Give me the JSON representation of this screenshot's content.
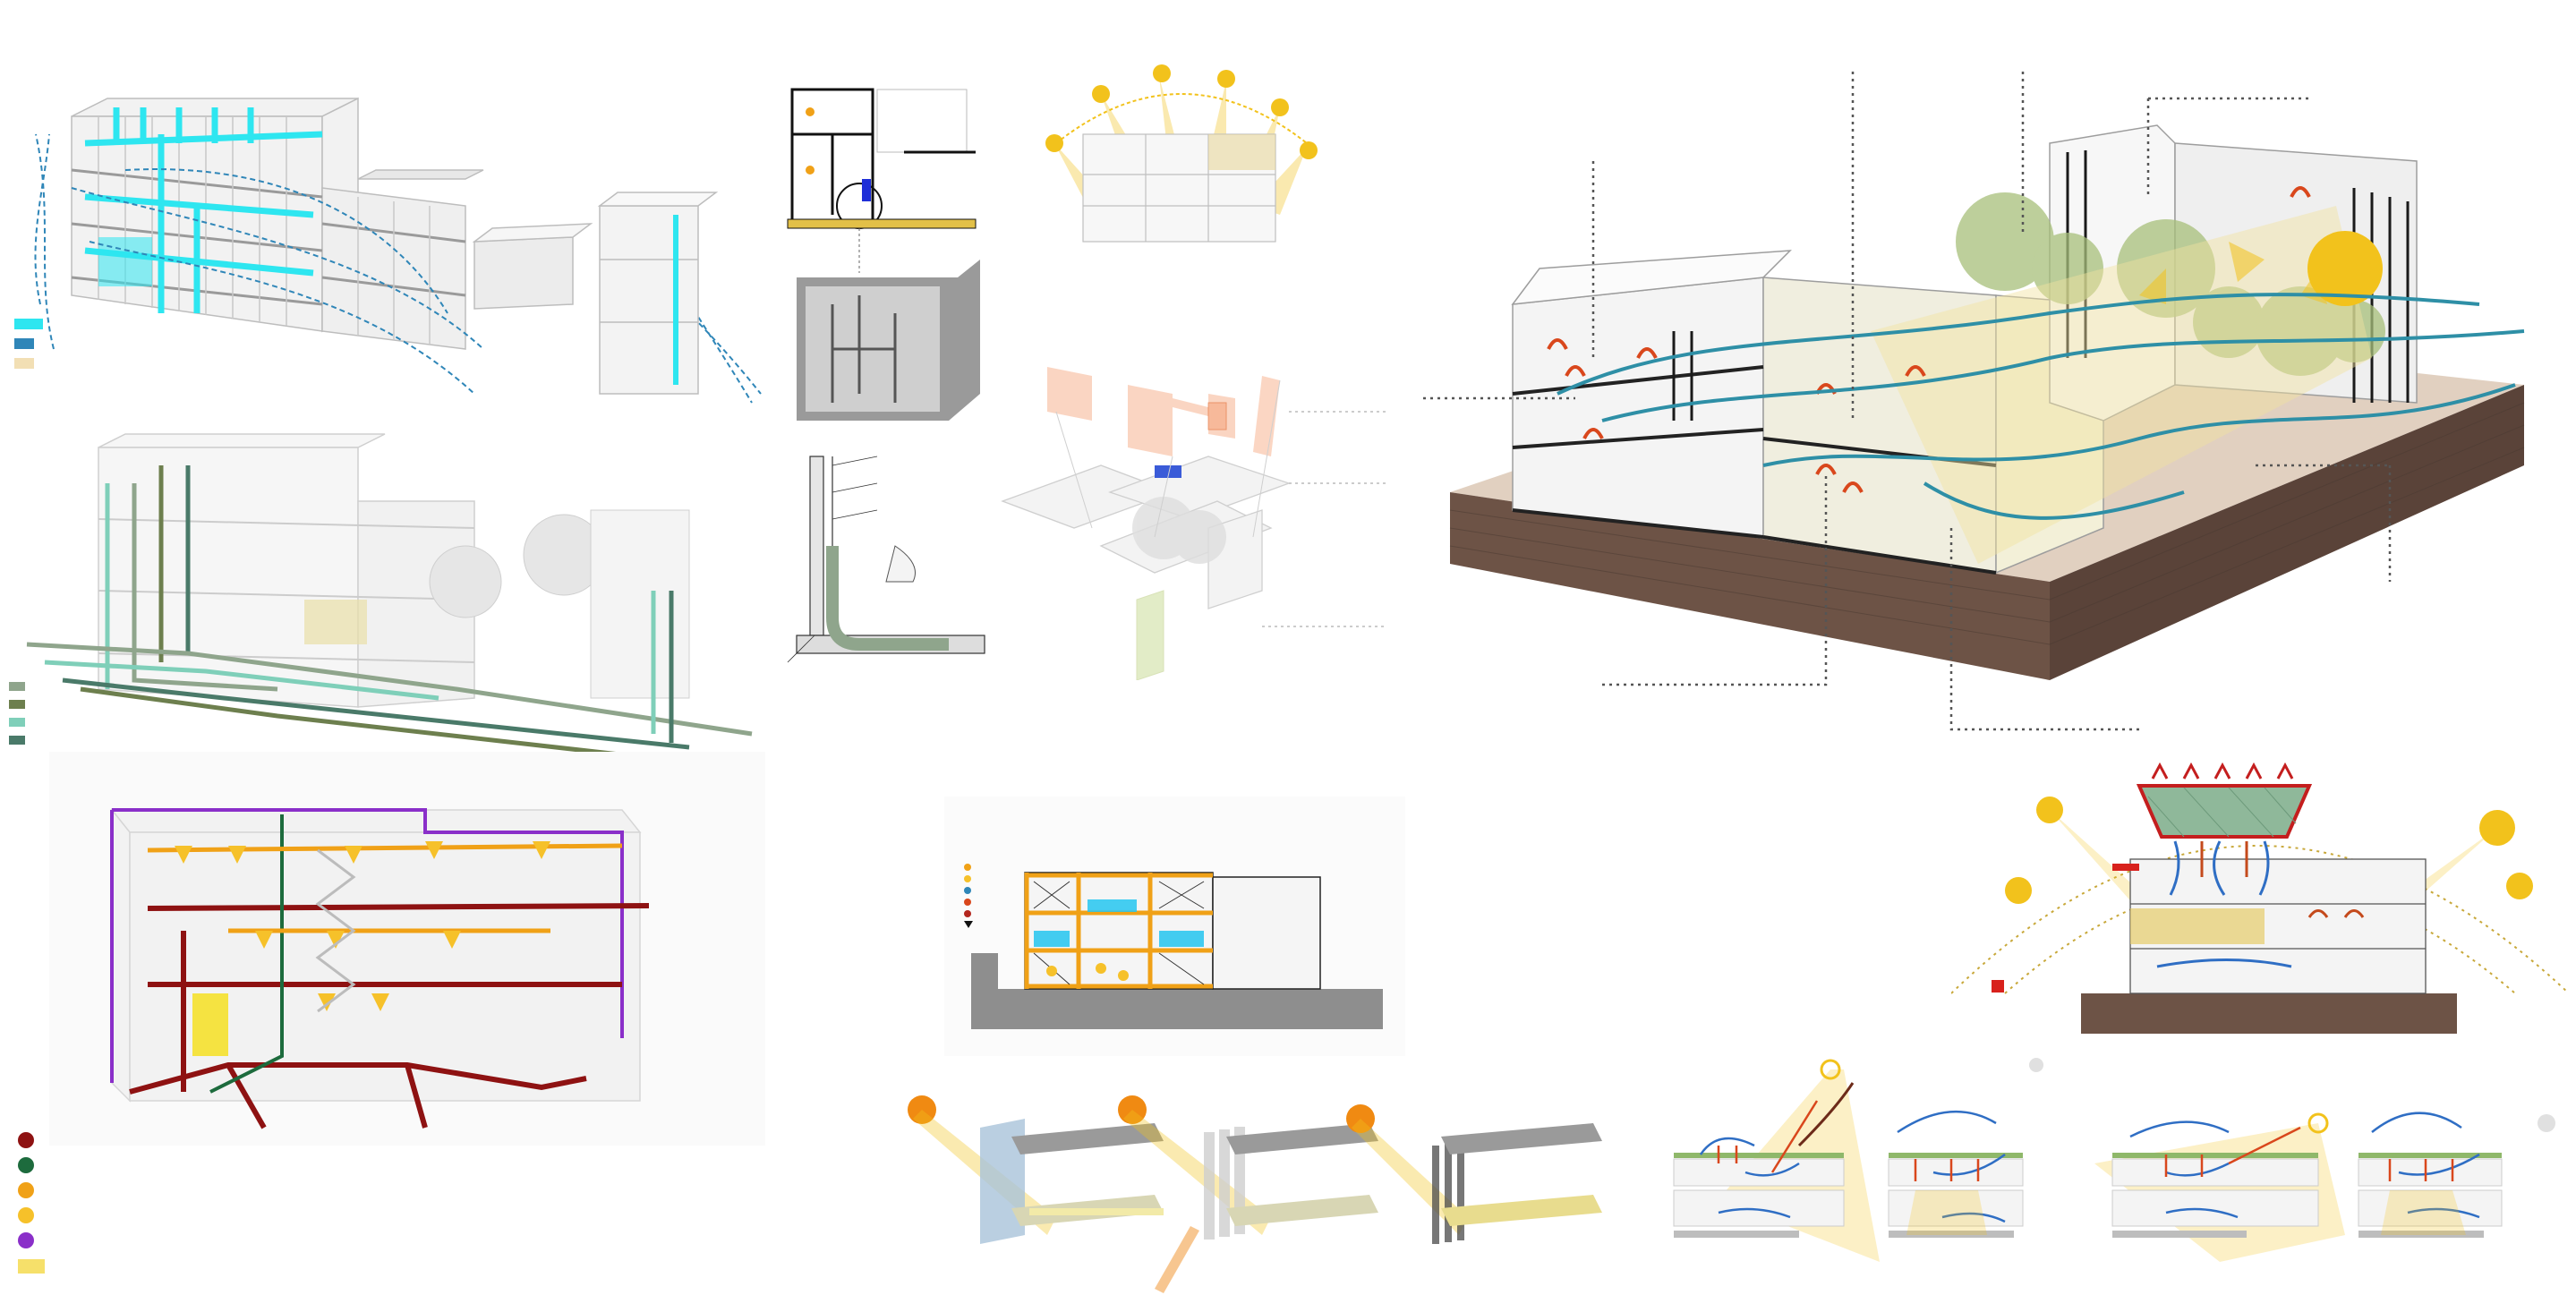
{
  "sheet": {
    "title": "",
    "background": "#ffffff"
  },
  "colors": {
    "cyan": "#2ee6f0",
    "steel_blue": "#2f86b8",
    "sand": "#f2dfb4",
    "sage": "#8fa58c",
    "olive": "#6d7f4e",
    "mint": "#7fcfb9",
    "teal_dark": "#4a7a69",
    "dark_red": "#8e1212",
    "dark_green": "#1d6b3d",
    "orange": "#f0a117",
    "yellow": "#f6c12a",
    "purple": "#8a2fc9",
    "sun_yellow": "#f2c21c",
    "sun_orange": "#f08a12",
    "soil_brown": "#6d5346",
    "air_teal": "#2e8fa6",
    "heat_red": "#d9471c",
    "concrete_gray": "#8e8e8e"
  },
  "panels": {
    "ventilation_axo": {
      "legend": [
        "cyan",
        "steel_blue",
        "sand"
      ]
    },
    "groundwater_axo": {
      "legend": [
        "sage",
        "olive",
        "mint",
        "teal_dark"
      ]
    },
    "services_axo": {
      "legend": [
        "dark_red",
        "dark_green",
        "orange",
        "yellow",
        "purple",
        "sand_block"
      ]
    },
    "wall_detail": {},
    "sunpath_section": {
      "sun_count": 6
    },
    "exploded_axo": {},
    "main_site_axo": {},
    "facade_section": {
      "legend": [
        "orange",
        "orange",
        "steel_blue",
        "heat_red",
        "heat_red",
        "black_arrow"
      ]
    },
    "roof_canopy_section": {},
    "shading_studies": {
      "variants": 3
    },
    "climate_sections": {
      "variants": 4
    }
  }
}
